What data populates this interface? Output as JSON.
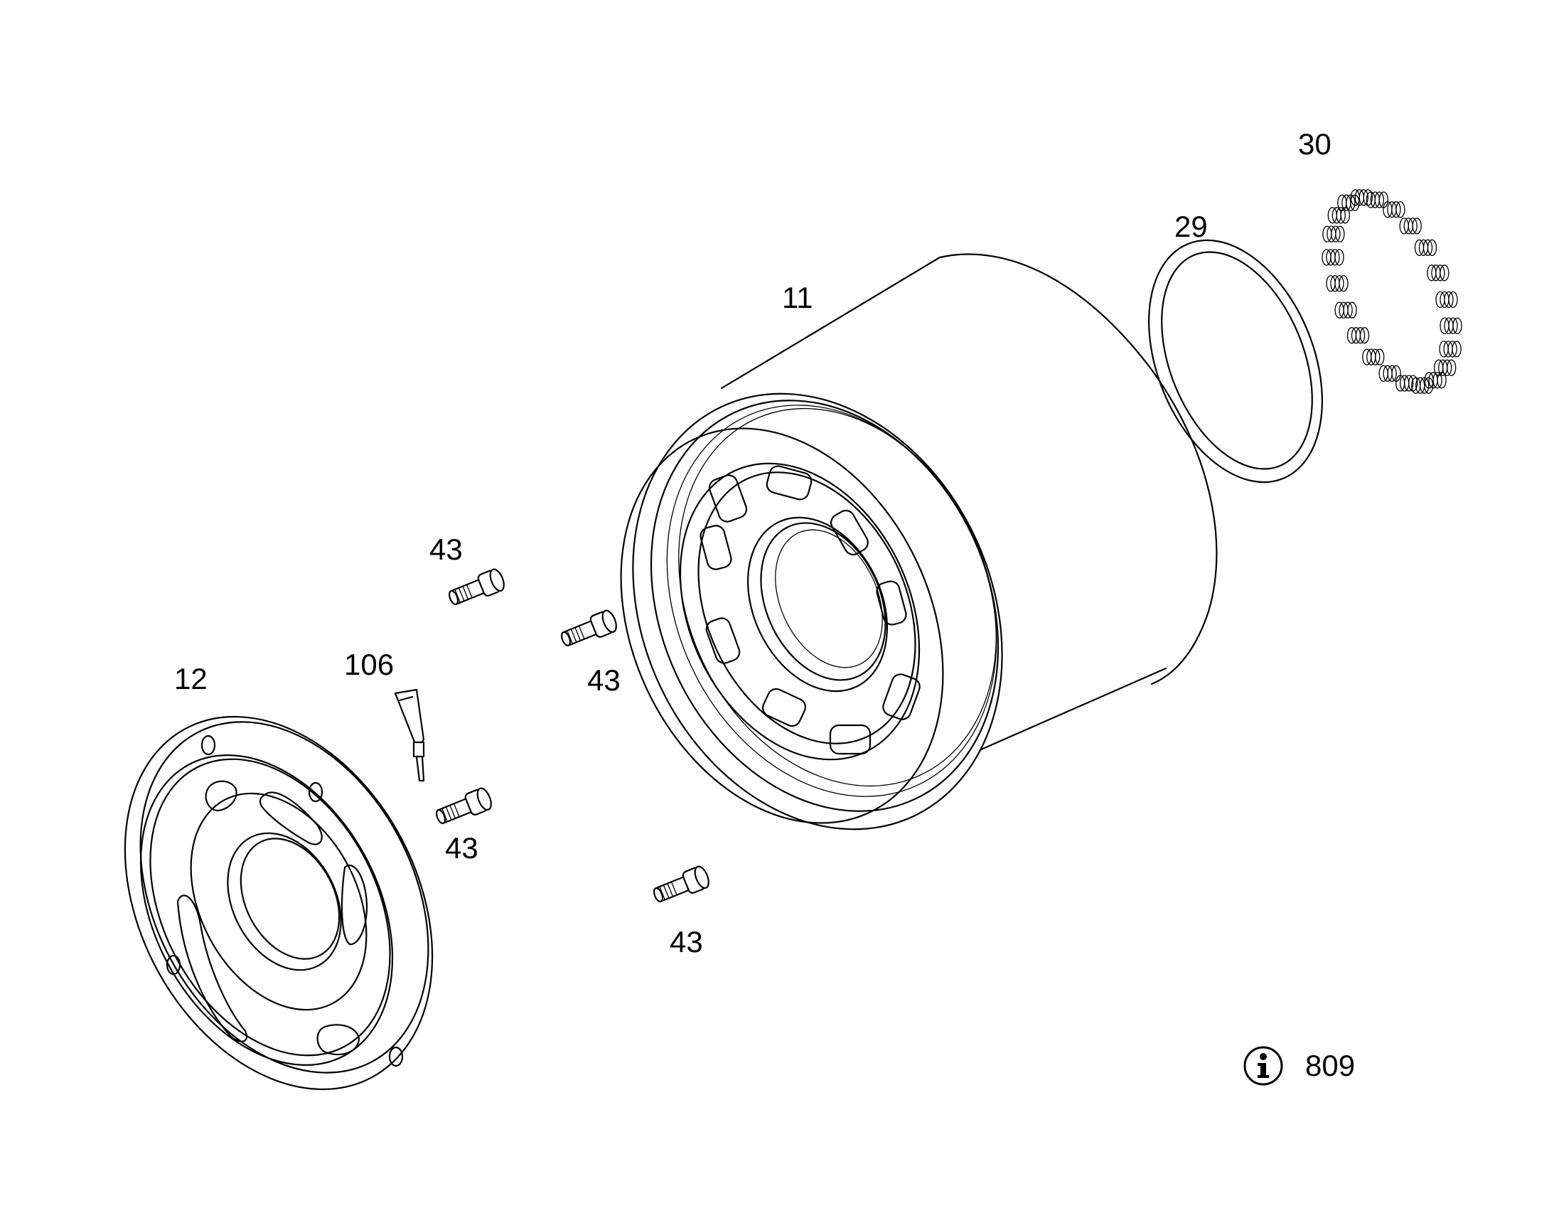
{
  "callouts": {
    "cylinder_block": "11",
    "valve_plate": "12",
    "ring": "29",
    "springs": "30",
    "screws": [
      "43",
      "43",
      "43",
      "43"
    ],
    "sealant": "106"
  },
  "info": {
    "icon": "info-icon",
    "reference": "809"
  },
  "colors": {
    "line": "#000000",
    "background": "#ffffff"
  }
}
